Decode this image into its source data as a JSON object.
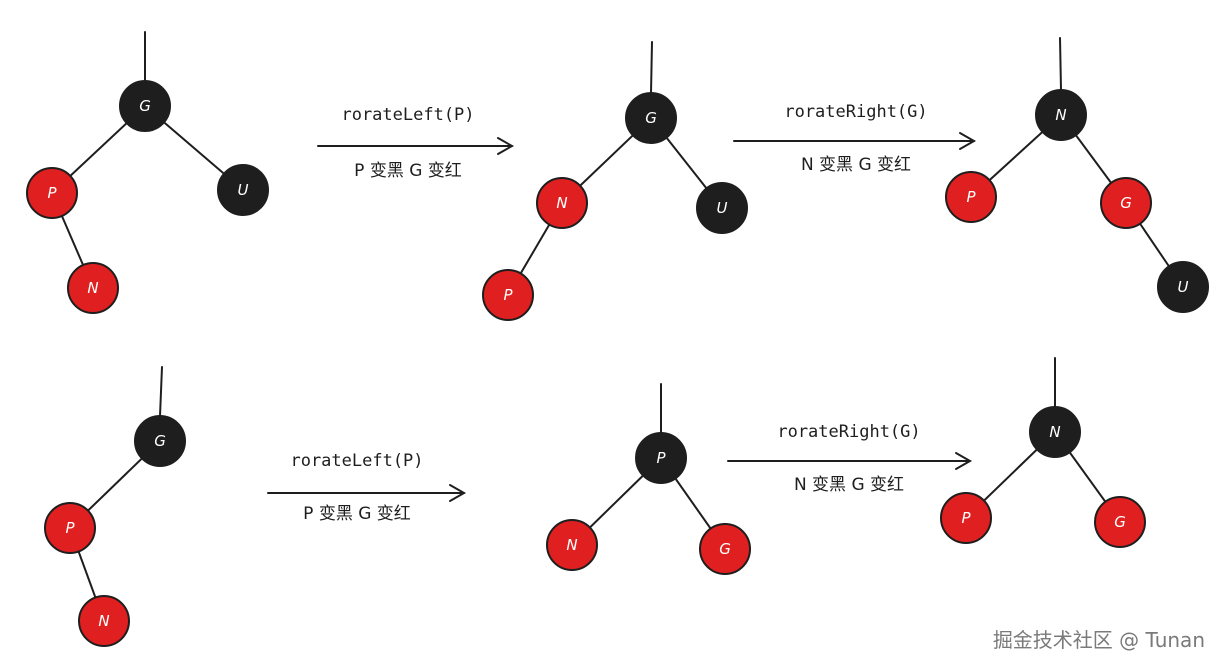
{
  "colors": {
    "black_node": "#1e1e1e",
    "red_node": "#e02020",
    "stroke": "#1e1e1e",
    "label_text": "#ffffff"
  },
  "watermark": "掘金技术社区 @ Tunan",
  "diagrams": [
    {
      "kind": "tree",
      "nodes": [
        {
          "id": "G",
          "label": "G",
          "color": "black"
        },
        {
          "id": "P",
          "label": "P",
          "color": "red"
        },
        {
          "id": "U",
          "label": "U",
          "color": "black"
        },
        {
          "id": "N",
          "label": "N",
          "color": "red"
        }
      ],
      "edges": [
        [
          "G",
          "P"
        ],
        [
          "G",
          "U"
        ],
        [
          "P",
          "N"
        ]
      ],
      "root": "G"
    },
    {
      "kind": "arrow",
      "operation": "rorateLeft(P)",
      "caption": "P 变黑 G 变红"
    },
    {
      "kind": "tree",
      "nodes": [
        {
          "id": "G",
          "label": "G",
          "color": "black"
        },
        {
          "id": "N",
          "label": "N",
          "color": "red"
        },
        {
          "id": "U",
          "label": "U",
          "color": "black"
        },
        {
          "id": "P",
          "label": "P",
          "color": "red"
        }
      ],
      "edges": [
        [
          "G",
          "N"
        ],
        [
          "G",
          "U"
        ],
        [
          "N",
          "P"
        ]
      ],
      "root": "G"
    },
    {
      "kind": "arrow",
      "operation": "rorateRight(G)",
      "caption": "N 变黑 G 变红"
    },
    {
      "kind": "tree",
      "nodes": [
        {
          "id": "N",
          "label": "N",
          "color": "black"
        },
        {
          "id": "P",
          "label": "P",
          "color": "red"
        },
        {
          "id": "G",
          "label": "G",
          "color": "red"
        },
        {
          "id": "U",
          "label": "U",
          "color": "black"
        }
      ],
      "edges": [
        [
          "N",
          "P"
        ],
        [
          "N",
          "G"
        ],
        [
          "G",
          "U"
        ]
      ],
      "root": "N"
    },
    {
      "kind": "tree",
      "nodes": [
        {
          "id": "G",
          "label": "G",
          "color": "black"
        },
        {
          "id": "P",
          "label": "P",
          "color": "red"
        },
        {
          "id": "N",
          "label": "N",
          "color": "red"
        }
      ],
      "edges": [
        [
          "G",
          "P"
        ],
        [
          "P",
          "N"
        ]
      ],
      "root": "G"
    },
    {
      "kind": "arrow",
      "operation": "rorateLeft(P)",
      "caption": "P 变黑 G 变红"
    },
    {
      "kind": "tree",
      "nodes": [
        {
          "id": "P",
          "label": "P",
          "color": "black"
        },
        {
          "id": "N",
          "label": "N",
          "color": "red"
        },
        {
          "id": "G",
          "label": "G",
          "color": "red"
        }
      ],
      "edges": [
        [
          "P",
          "N"
        ],
        [
          "P",
          "G"
        ]
      ],
      "root": "P"
    },
    {
      "kind": "arrow",
      "operation": "rorateRight(G)",
      "caption": "N 变黑 G 变红"
    },
    {
      "kind": "tree",
      "nodes": [
        {
          "id": "N",
          "label": "N",
          "color": "black"
        },
        {
          "id": "P",
          "label": "P",
          "color": "red"
        },
        {
          "id": "G",
          "label": "G",
          "color": "red"
        }
      ],
      "edges": [
        [
          "N",
          "P"
        ],
        [
          "N",
          "G"
        ]
      ],
      "root": "N"
    }
  ]
}
